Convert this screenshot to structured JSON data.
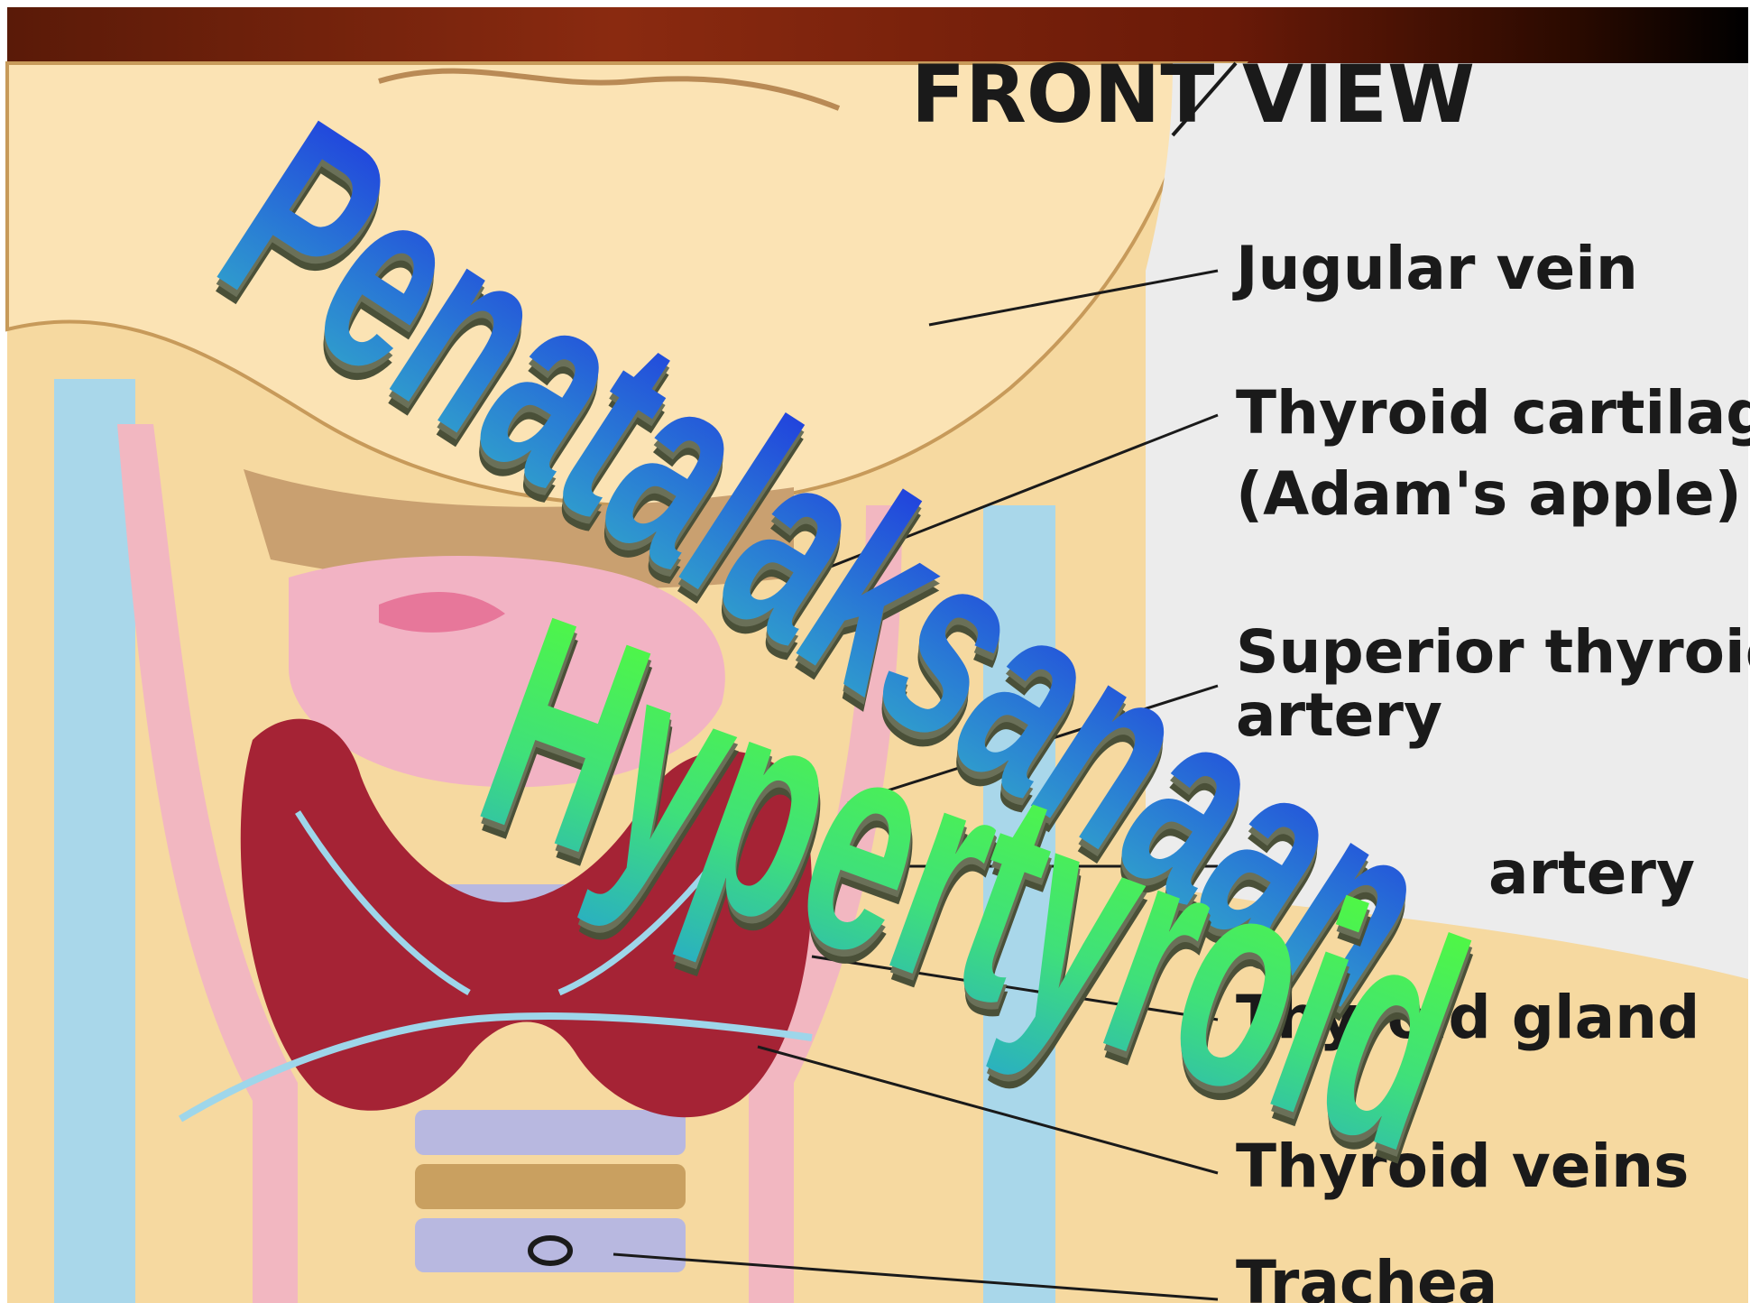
{
  "slide": {
    "header_band_colors": [
      "#5a1a08",
      "#8a2a10",
      "#3a0a00",
      "#000000"
    ],
    "illustration": {
      "heading": "FRONT VIEW",
      "labels": [
        "Jugular vein",
        "Thyroid cartilag",
        "(Adam's apple)",
        "Superior thyroid",
        "artery",
        "artery",
        "Thyroid gland",
        "Thyroid veins",
        "Trachea"
      ]
    },
    "title": {
      "line1": "Penatalaksanaan",
      "line2": "Hypertyroid",
      "line1_gradient": [
        "#1e2fe0",
        "#2a7fd4",
        "#33b0c8"
      ],
      "line2_gradient": [
        "#55ff33",
        "#3fe07a",
        "#2ab0c0"
      ],
      "extrusion_color": "#5a6048"
    }
  }
}
